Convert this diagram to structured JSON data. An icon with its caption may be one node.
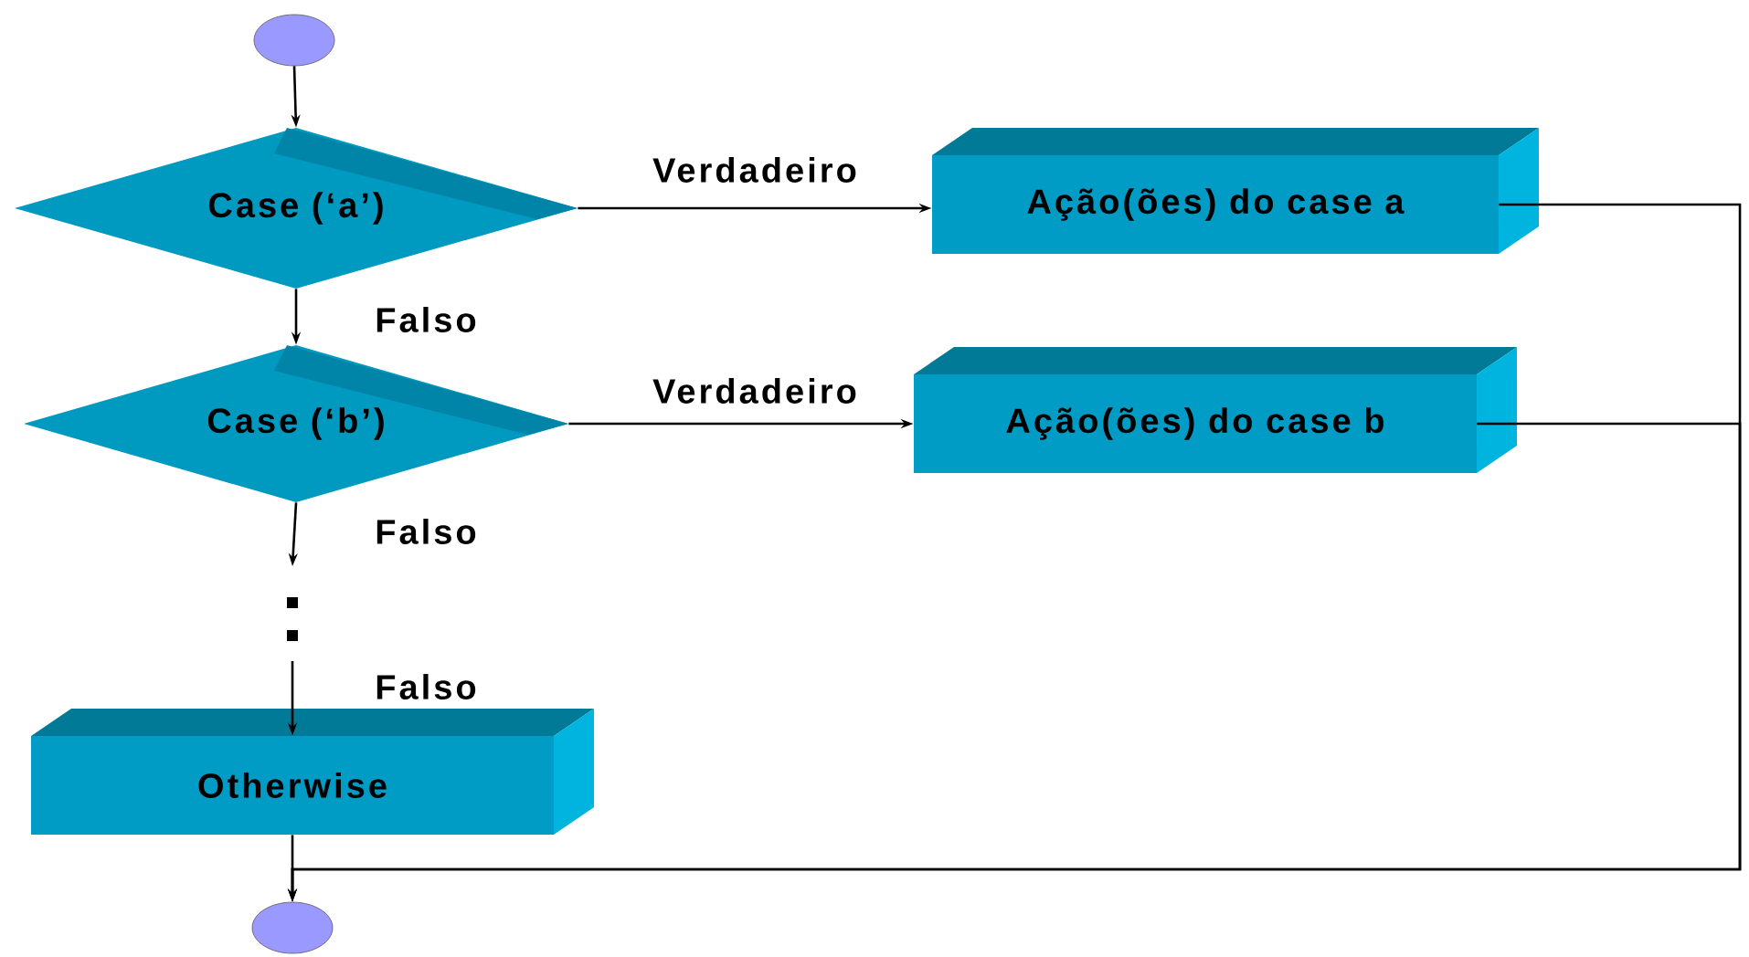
{
  "diagram": {
    "nodes": [
      {
        "text": [],
        "shape": "circle"
      },
      {
        "text": [
          "Case (‘a’)"
        ]
      },
      {
        "text": [
          "Case (‘b’)"
        ]
      },
      {
        "text": [
          "Ação(ões) do case a"
        ]
      },
      {
        "text": [
          "Ação(ões) do case b"
        ]
      },
      {
        "text": [
          "Otherwise"
        ]
      },
      {
        "text": [],
        "shape": "circle"
      }
    ],
    "edges": [
      {
        "from": 0,
        "to": 1,
        "arrow": "to"
      },
      {
        "from": 1,
        "to": 3,
        "arrow": "to",
        "label": "Verdadeiro"
      },
      {
        "from": 1,
        "to": 2,
        "arrow": "to",
        "label": "Falso"
      },
      {
        "from": 2,
        "to": 4,
        "arrow": "to",
        "label": "Verdadeiro"
      },
      {
        "from": 2,
        "to": null,
        "arrow": "to",
        "label": "Falso"
      },
      {
        "from": null,
        "to": 5,
        "arrow": "to",
        "label": "Falso"
      },
      {
        "from": 5,
        "to": 6,
        "arrow": "to"
      },
      {
        "from": 3,
        "to": 6,
        "arrow": "to"
      },
      {
        "from": 4,
        "to": 6,
        "arrow": "to"
      }
    ]
  }
}
